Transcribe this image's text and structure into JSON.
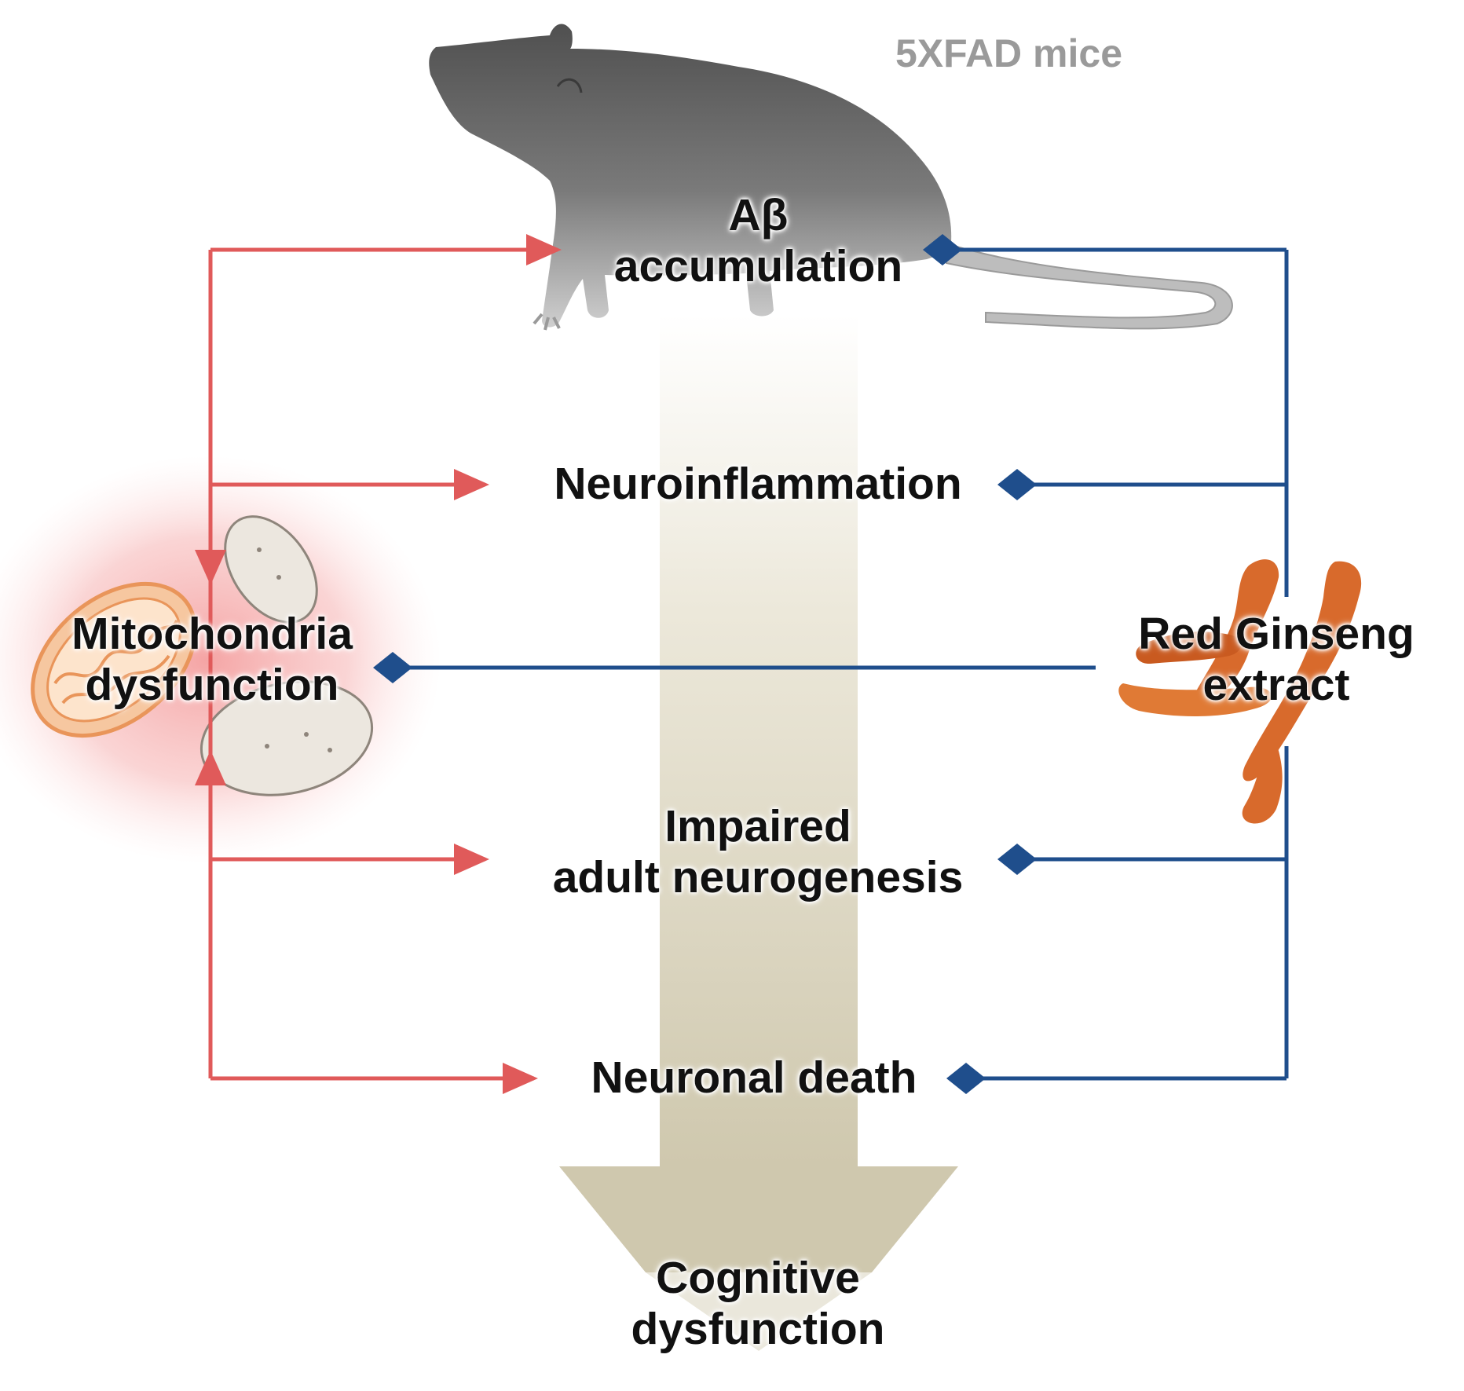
{
  "title": "5XFAD mice",
  "nodes": {
    "abeta": {
      "line1": "Aβ",
      "line2": "accumulation"
    },
    "neuroinflammation": {
      "label": "Neuroinflammation"
    },
    "mitochondria": {
      "line1": "Mitochondria",
      "line2": "dysfunction"
    },
    "red_ginseng": {
      "line1": "Red Ginseng",
      "line2": "extract"
    },
    "neurogenesis": {
      "line1": "Impaired",
      "line2": "adult neurogenesis"
    },
    "neuronal_death": {
      "label": "Neuronal death"
    },
    "cognitive": {
      "line1": "Cognitive",
      "line2": "dysfunction"
    }
  },
  "colors": {
    "promote_arrow": "#e05a5a",
    "inhibit_arrow": "#1f4e8c",
    "central_arrow": "#cfc8ae",
    "mouse_body": "#6a6a6a",
    "mitochondria_glow": "#f4a0a0",
    "mitochondria_outer": "#e9955a",
    "ginseng": "#d86a2c",
    "title_color": "#9a9a9a"
  },
  "edges": [
    {
      "from": "mitochondria",
      "to": "abeta",
      "type": "promotes"
    },
    {
      "from": "mitochondria",
      "to": "neuroinflammation",
      "type": "promotes"
    },
    {
      "from": "mitochondria",
      "to": "neurogenesis",
      "type": "promotes"
    },
    {
      "from": "mitochondria",
      "to": "neuronal_death",
      "type": "promotes"
    },
    {
      "from": "red_ginseng",
      "to": "abeta",
      "type": "inhibits"
    },
    {
      "from": "red_ginseng",
      "to": "neuroinflammation",
      "type": "inhibits"
    },
    {
      "from": "red_ginseng",
      "to": "mitochondria",
      "type": "inhibits"
    },
    {
      "from": "red_ginseng",
      "to": "neurogenesis",
      "type": "inhibits"
    },
    {
      "from": "red_ginseng",
      "to": "neuronal_death",
      "type": "inhibits"
    },
    {
      "from": "abeta",
      "to": "cognitive",
      "type": "progression"
    }
  ],
  "icons": {
    "mouse": "mouse-icon",
    "mitochondria": "mitochondria-icon",
    "ginseng": "ginseng-root-icon"
  }
}
